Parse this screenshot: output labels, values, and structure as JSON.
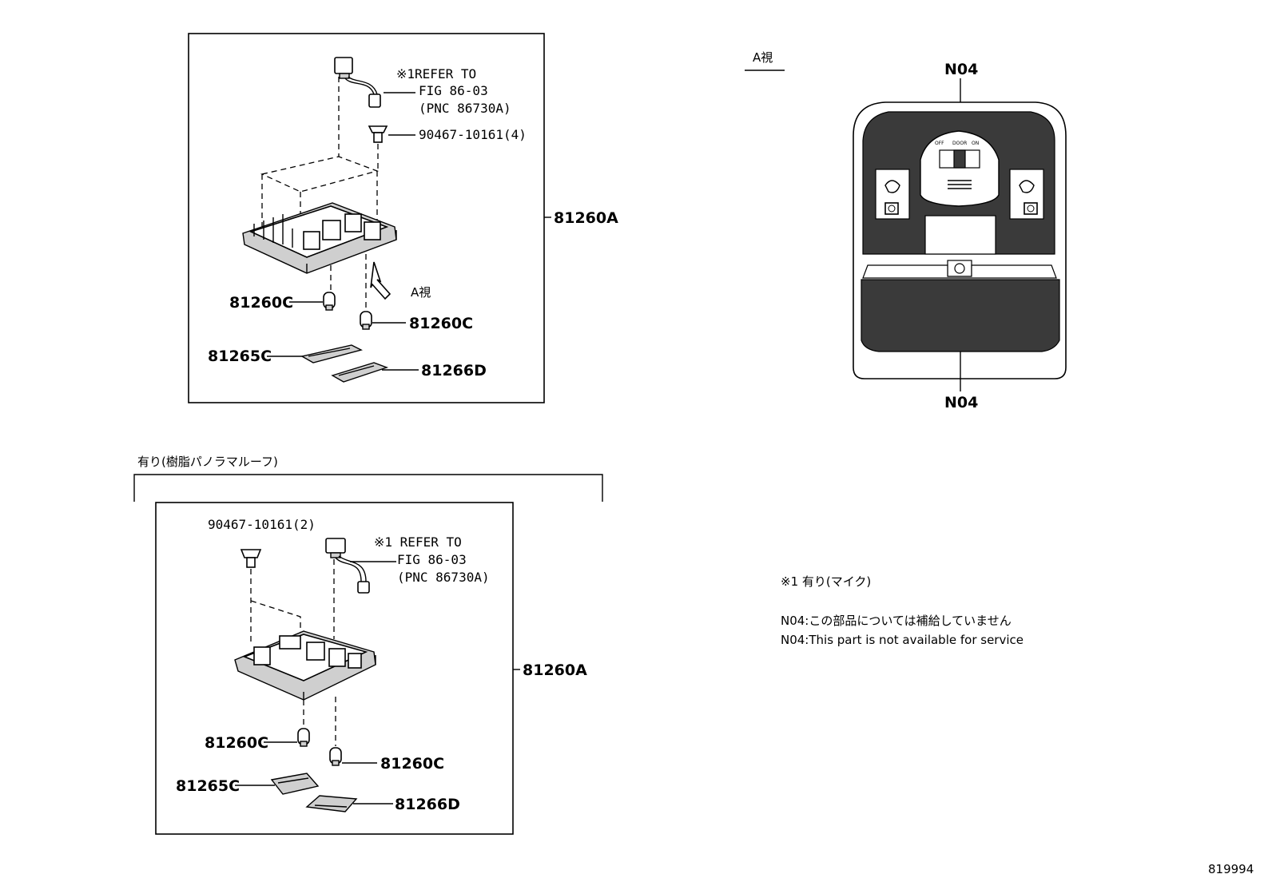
{
  "diagram_id": "819994",
  "top_figure": {
    "refer_note": [
      "※1REFER TO",
      "FIG 86-03",
      "(PNC 86730A)"
    ],
    "clip_part": "90467-10161(4)",
    "assembly_part": "81260A",
    "bulb_left": "81260C",
    "bulb_right": "81260C",
    "lens_left": "81265C",
    "lens_right": "81266D",
    "view_arrow_label": "A視"
  },
  "bottom_figure": {
    "section_caption": "有り(樹脂パノラマルーフ)",
    "clip_part": "90467-10161(2)",
    "refer_note": [
      "※1 REFER TO",
      "FIG 86-03",
      "(PNC 86730A)"
    ],
    "assembly_part": "81260A",
    "bulb_left": "81260C",
    "bulb_right": "81260C",
    "lens_left": "81265C",
    "lens_right": "81266D"
  },
  "view_a": {
    "title": "A視",
    "top_callout": "N04",
    "bottom_callout": "N04",
    "switch_labels": [
      "OFF",
      "DOOR",
      "ON"
    ]
  },
  "notes": {
    "footnote": "※1 有り(マイク)",
    "n04_jp": "N04:この部品については補給していません",
    "n04_en": "N04:This part is not available for service"
  }
}
